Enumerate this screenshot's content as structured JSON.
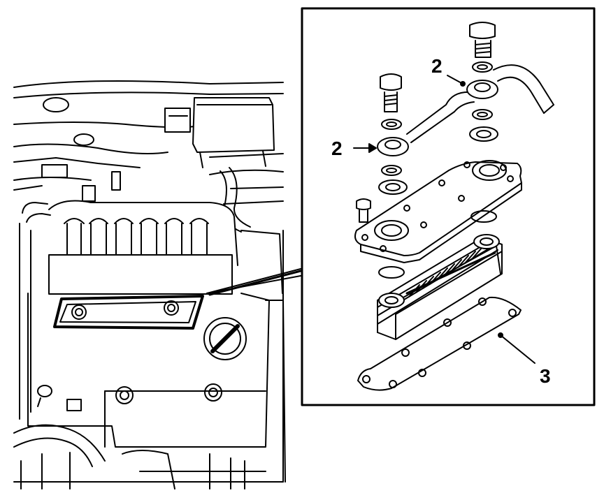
{
  "figure": {
    "callouts": {
      "upper_fitting": "2",
      "lower_fitting": "2",
      "gasket": "3"
    }
  }
}
